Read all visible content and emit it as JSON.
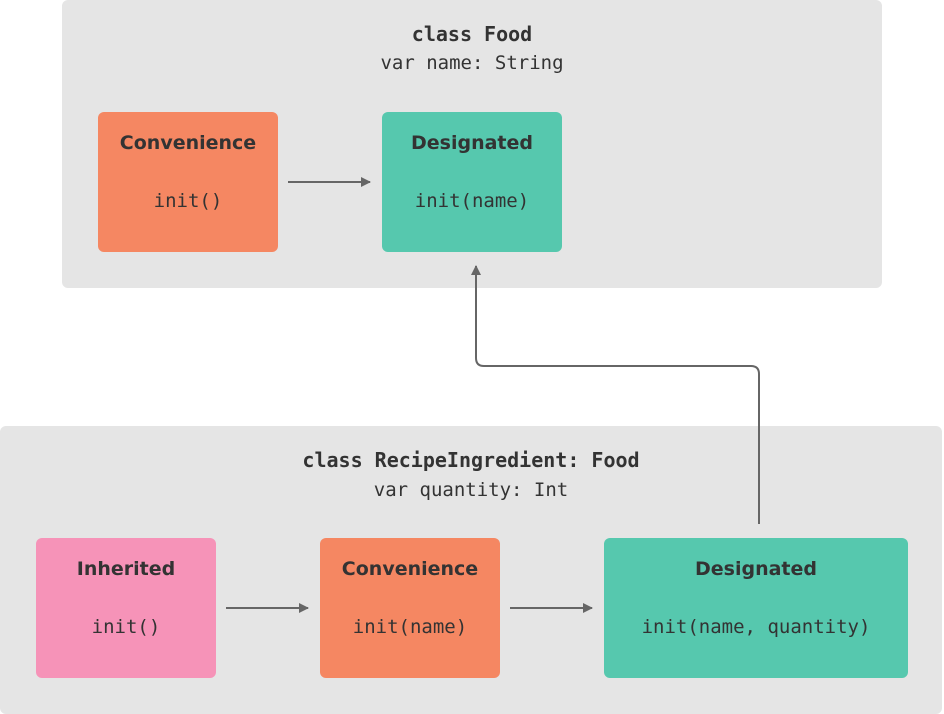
{
  "food": {
    "class_title": "class Food",
    "property": "var name: String",
    "convenience": {
      "kind": "Convenience",
      "signature": "init()"
    },
    "designated": {
      "kind": "Designated",
      "signature": "init(name)"
    }
  },
  "recipe_ingredient": {
    "class_title": "class RecipeIngredient: Food",
    "property": "var quantity: Int",
    "inherited": {
      "kind": "Inherited",
      "signature": "init()"
    },
    "convenience": {
      "kind": "Convenience",
      "signature": "init(name)"
    },
    "designated": {
      "kind": "Designated",
      "signature": "init(name, quantity)"
    }
  },
  "colors": {
    "panel": "#e5e5e5",
    "convenience": "#f58762",
    "designated": "#56c8ae",
    "inherited": "#f693b8",
    "arrow": "#666666"
  }
}
